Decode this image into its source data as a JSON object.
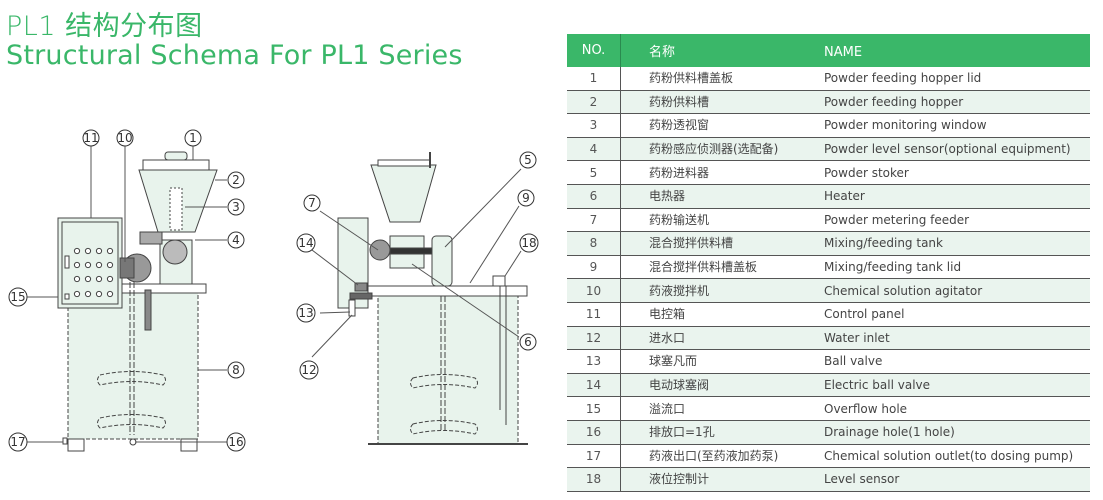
{
  "header": {
    "title_cn": "PL1 结构分布图",
    "title_en": "Structural Schema For PL1 Series"
  },
  "colors": {
    "accent": "#3ab769",
    "row_alt": "#eaf4ee",
    "diagram_fill": "#e8f3ec"
  },
  "diagram": {
    "front_view_callouts": [
      "11",
      "10",
      "1",
      "2",
      "3",
      "4",
      "15",
      "8",
      "17",
      "16"
    ],
    "side_view_callouts": [
      "5",
      "7",
      "9",
      "14",
      "18",
      "13",
      "6",
      "12"
    ]
  },
  "table": {
    "headers": {
      "no": "NO.",
      "cn": "名称",
      "en": "NAME"
    },
    "rows": [
      {
        "no": "1",
        "cn": "药粉供料槽盖板",
        "en": "Powder feeding hopper lid"
      },
      {
        "no": "2",
        "cn": "药粉供料槽",
        "en": "Powder feeding hopper"
      },
      {
        "no": "3",
        "cn": "药粉透视窗",
        "en": "Powder monitoring window"
      },
      {
        "no": "4",
        "cn": "药粉感应侦测器(选配备)",
        "en": "Powder level sensor(optional equipment)"
      },
      {
        "no": "5",
        "cn": "药粉进料器",
        "en": "Powder stoker"
      },
      {
        "no": "6",
        "cn": "电热器",
        "en": "Heater"
      },
      {
        "no": "7",
        "cn": "药粉输送机",
        "en": "Powder metering feeder"
      },
      {
        "no": "8",
        "cn": "混合搅拌供料槽",
        "en": "Mixing/feeding tank"
      },
      {
        "no": "9",
        "cn": "混合搅拌供料槽盖板",
        "en": "Mixing/feeding tank lid"
      },
      {
        "no": "10",
        "cn": "药液搅拌机",
        "en": "Chemical solution agitator"
      },
      {
        "no": "11",
        "cn": "电控箱",
        "en": "Control panel"
      },
      {
        "no": "12",
        "cn": "进水口",
        "en": "Water inlet"
      },
      {
        "no": "13",
        "cn": "球塞凡而",
        "en": "Ball valve"
      },
      {
        "no": "14",
        "cn": "电动球塞阀",
        "en": "Electric ball valve"
      },
      {
        "no": "15",
        "cn": "溢流口",
        "en": "Overflow hole"
      },
      {
        "no": "16",
        "cn": "排放口=1孔",
        "en": "Drainage hole(1 hole)"
      },
      {
        "no": "17",
        "cn": "药液出口(至药液加药泵)",
        "en": "Chemical solution outlet(to dosing pump)"
      },
      {
        "no": "18",
        "cn": "液位控制计",
        "en": "Level sensor"
      }
    ]
  }
}
